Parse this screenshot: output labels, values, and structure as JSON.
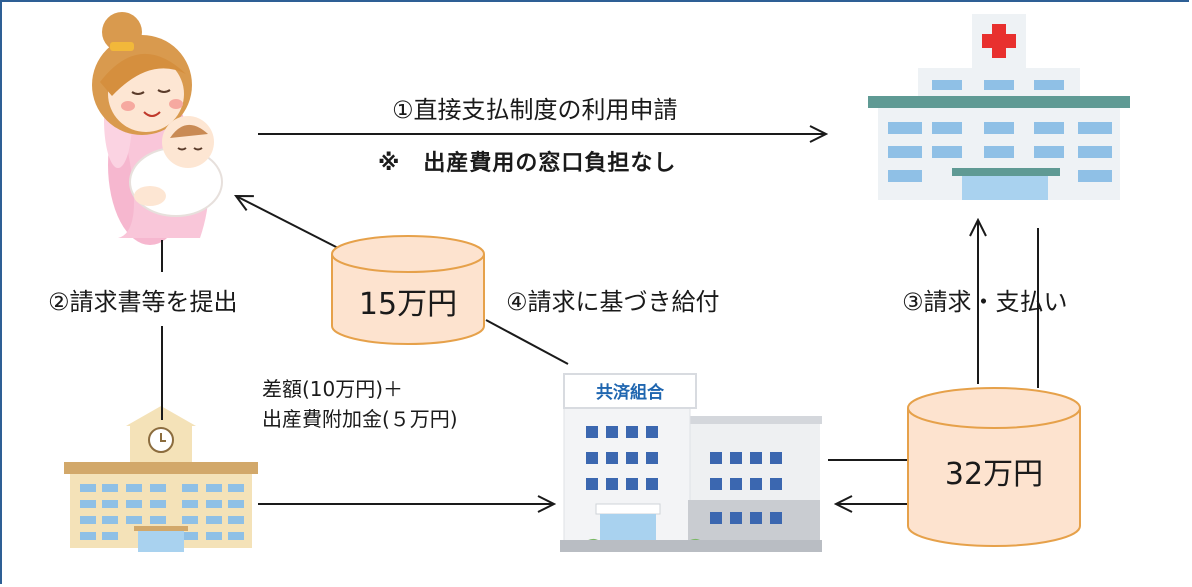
{
  "labels": {
    "step1": "①直接支払制度の利用申請",
    "note": "※　出産費用の窓口負担なし",
    "step2": "②請求書等を提出",
    "step3": "③請求・支払い",
    "step4": "④請求に基づき給付",
    "diff_line1": "差額(10万円)＋",
    "diff_line2": "出産費附加金(５万円)"
  },
  "amounts": {
    "left_cylinder": "15万円",
    "right_cylinder": "32万円"
  },
  "building": {
    "sign": "共済組合"
  },
  "colors": {
    "line": "#1a1a1a",
    "cylinder_fill": "#fde3cf",
    "cylinder_stroke": "#e6a14a",
    "border": "#2e5f95"
  }
}
